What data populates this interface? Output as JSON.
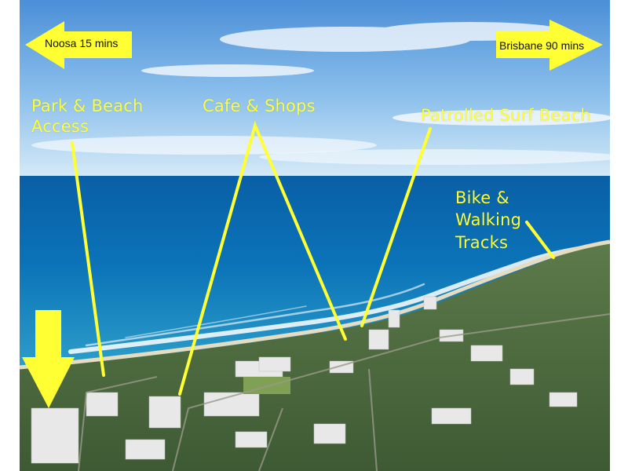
{
  "directions": {
    "left": "Noosa 15 mins",
    "right": "Brisbane 90 mins"
  },
  "labels": {
    "park_beach_line1": "Park & Beach",
    "park_beach_line2": "Access",
    "cafe_shops": "Cafe & Shops",
    "patrolled_surf": "Patrolled Surf Beach",
    "bike_line1": "Bike &",
    "bike_line2": "Walking",
    "bike_line3": "Tracks"
  },
  "colors": {
    "annotation": "#ffff33",
    "sky_top": "#4f93d8",
    "ocean": "#0b6fb0",
    "foliage": "#4d6f3f"
  }
}
